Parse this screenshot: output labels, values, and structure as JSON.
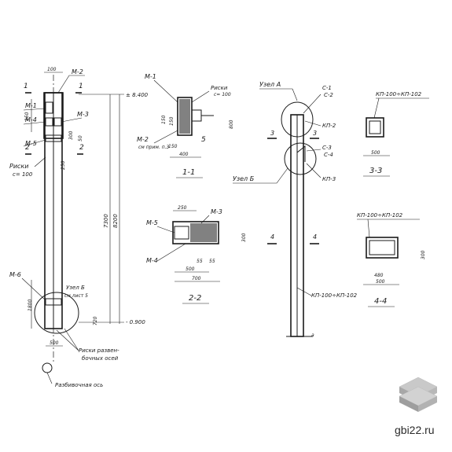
{
  "labels": {
    "m2_top": "М-2",
    "m1_left": "М-1",
    "m4_left": "М-4",
    "m3_left": "М-3",
    "m5_left": "М-5",
    "riski_left_1": "Риски",
    "riski_left_2": "с= 100",
    "m6": "М-6",
    "uzel_b_1": "Узел Б",
    "uzel_b_2": "см лист 5",
    "riski_bottom_1": "Риски развен-",
    "riski_bottom_2": "бочных осей",
    "razb_os": "Разбивочная ось",
    "m1_mid": "М-1",
    "riski_mid_1": "Риски",
    "riski_mid_2": "с= 100",
    "m2_mid_1": "М-2",
    "m2_mid_2": "см прим. п.3",
    "sec11": "1-1",
    "m5_mid": "М-5",
    "m3_mid": "М-3",
    "m4_mid": "М-4",
    "sec22": "2-2",
    "uzel_a": "Узел А",
    "c1": "С-1",
    "c2": "С-2",
    "kp2": "КП-2",
    "c3": "С-3",
    "c4": "С-4",
    "uzel_b_right": "Узел Б",
    "kp3": "КП-3",
    "kp_long": "КП-100÷КП-102",
    "kp_33": "КП-100÷КП-102",
    "sec33": "3-3",
    "kp_44": "КП-100÷КП-102",
    "sec44": "4-4",
    "three_a": "3",
    "three_b": "3",
    "four_a": "4",
    "four_b": "4",
    "one_a": "1",
    "one_b": "1",
    "two_a": "2",
    "two_b": "2",
    "five": "5",
    "a_letter": "а"
  },
  "dims": {
    "d100_top": "100",
    "d8400": "± 8.400",
    "d150": "150",
    "d300": "300",
    "d50": "50",
    "d250": "250",
    "d7300": "7300",
    "d8200": "8200",
    "d1800": "1800",
    "d720": "720",
    "dm900": "- 0.900",
    "d500_bottom": "500",
    "d800": "800",
    "d150b": "150",
    "d150c": "150",
    "d400": "400",
    "d150_low": "150",
    "d250_sec": "250",
    "d500_sec": "500",
    "d700": "700",
    "d55a": "55",
    "d55b": "55",
    "d300_sec": "300",
    "d500_33": "500",
    "d480": "480",
    "d500_44": "500",
    "d300_44": "300"
  },
  "watermark": {
    "text": "gbi22.ru"
  }
}
